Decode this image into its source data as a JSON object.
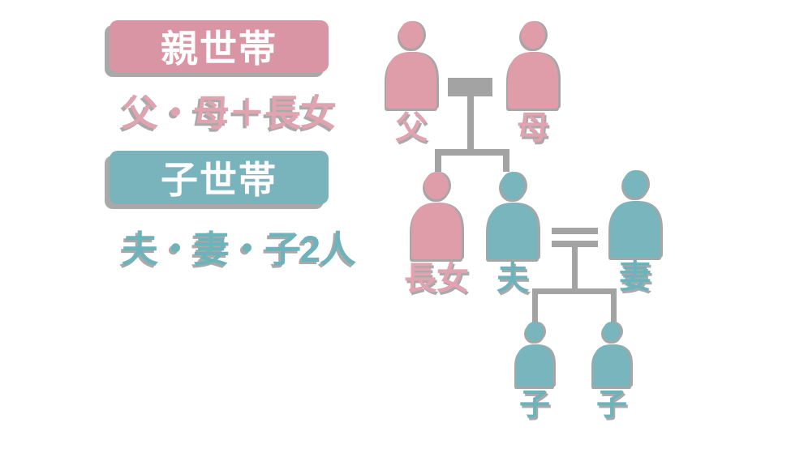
{
  "page": {
    "background": "#ffffff",
    "description_domain": "two-generation household family diagram"
  },
  "colors": {
    "pink_fill": "#df9ca9",
    "teal_fill": "#78b5bc",
    "pink_badge": "#da95a5",
    "teal_badge": "#79b3bb",
    "pink_text": "#e2a3b1",
    "teal_text": "#6db3bb",
    "connector_gray": "#a3a3a3",
    "shadow_gray": "#a9a9a9",
    "badge_text": "#ffffff"
  },
  "legend": {
    "parent_box_label": "親世帯",
    "parent_members": "父・母＋長女",
    "child_box_label": "子世帯",
    "child_members": "夫・妻・子2人"
  },
  "tree": {
    "persons": [
      {
        "id": "father",
        "label": "父",
        "color": "pink",
        "household": "parent"
      },
      {
        "id": "mother",
        "label": "母",
        "color": "pink",
        "household": "parent"
      },
      {
        "id": "eldest-daughter",
        "label": "長女",
        "color": "pink",
        "household": "parent"
      },
      {
        "id": "husband",
        "label": "夫",
        "color": "teal",
        "household": "child"
      },
      {
        "id": "wife",
        "label": "妻",
        "color": "teal",
        "household": "child"
      },
      {
        "id": "child-1",
        "label": "子",
        "color": "teal",
        "household": "child"
      },
      {
        "id": "child-2",
        "label": "子",
        "color": "teal",
        "household": "child"
      }
    ],
    "relations": [
      "father = mother (marriage bar)",
      "father+mother -> eldest-daughter, husband",
      "husband = wife (equals sign)",
      "husband+wife -> child-1, child-2"
    ]
  }
}
